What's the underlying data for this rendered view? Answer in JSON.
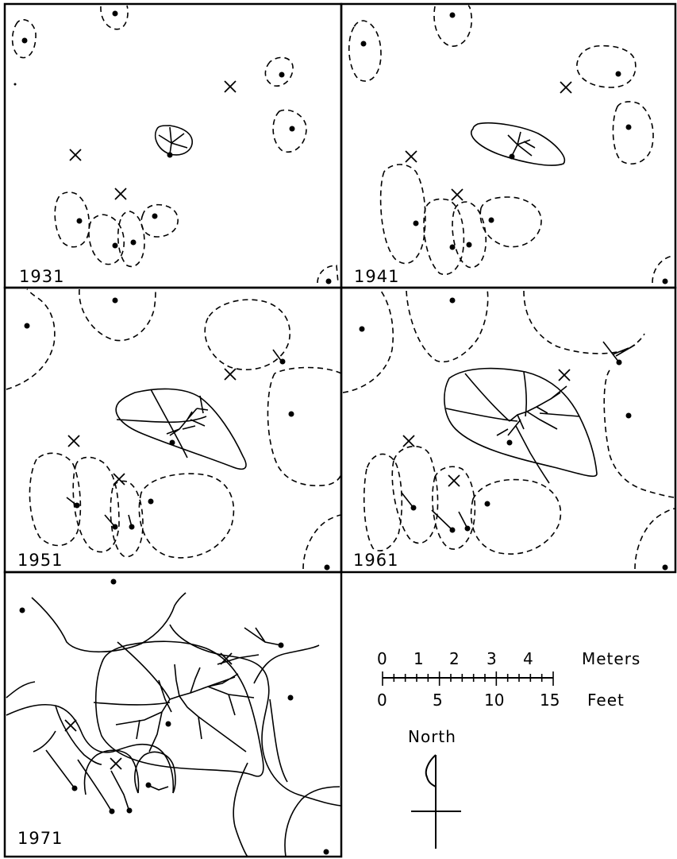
{
  "panels": [
    {
      "year": "1931"
    },
    {
      "year": "1941"
    },
    {
      "year": "1951"
    },
    {
      "year": "1961"
    },
    {
      "year": "1971"
    }
  ],
  "scale_bar": {
    "meters_label": "Meters",
    "feet_label": "Feet",
    "meters_ticks": [
      "0",
      "1",
      "2",
      "3",
      "4"
    ],
    "feet_ticks": [
      "0",
      "5",
      "10",
      "15"
    ]
  },
  "north_arrow": {
    "label": "North"
  }
}
